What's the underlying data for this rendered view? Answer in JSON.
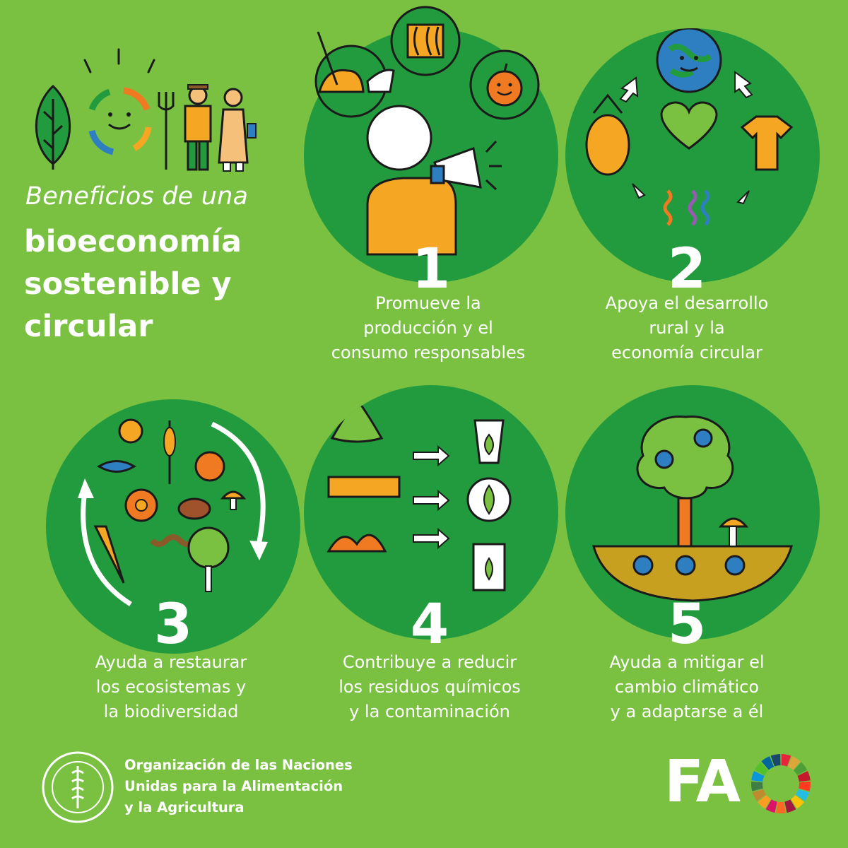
{
  "title": {
    "intro": "Beneficios de una",
    "line1": "bioeconomía",
    "line2": "sostenible y",
    "line3": "circular"
  },
  "benefits": [
    {
      "number": "1",
      "lines": [
        "Promueve la",
        "producción y el",
        "consumo responsables"
      ],
      "icon": "megaphone-person-icon"
    },
    {
      "number": "2",
      "lines": [
        "Apoya el desarrollo",
        "rural y la",
        "economía circular"
      ],
      "icon": "circular-economy-icon"
    },
    {
      "number": "3",
      "lines": [
        "Ayuda a restaurar",
        "los ecosistemas y",
        "la biodiversidad"
      ],
      "icon": "biodiversity-icon"
    },
    {
      "number": "4",
      "lines": [
        "Contribuye a reducir",
        "los residuos químicos",
        "y la contaminación"
      ],
      "icon": "bioproducts-icon"
    },
    {
      "number": "5",
      "lines": [
        "Ayuda a mitigar el",
        "cambio climático",
        "y a adaptarse a él"
      ],
      "icon": "carbon-tree-icon"
    }
  ],
  "footer": {
    "org_line1": "Organización de las Naciones",
    "org_line2": "Unidas para la Alimentación",
    "org_line3": "y la Agricultura",
    "wordmark": "FA"
  },
  "colors": {
    "background": "#7ac142",
    "circle": "#229b3e",
    "accent_orange": "#f5a623",
    "accent_blue": "#2e7fc2"
  }
}
